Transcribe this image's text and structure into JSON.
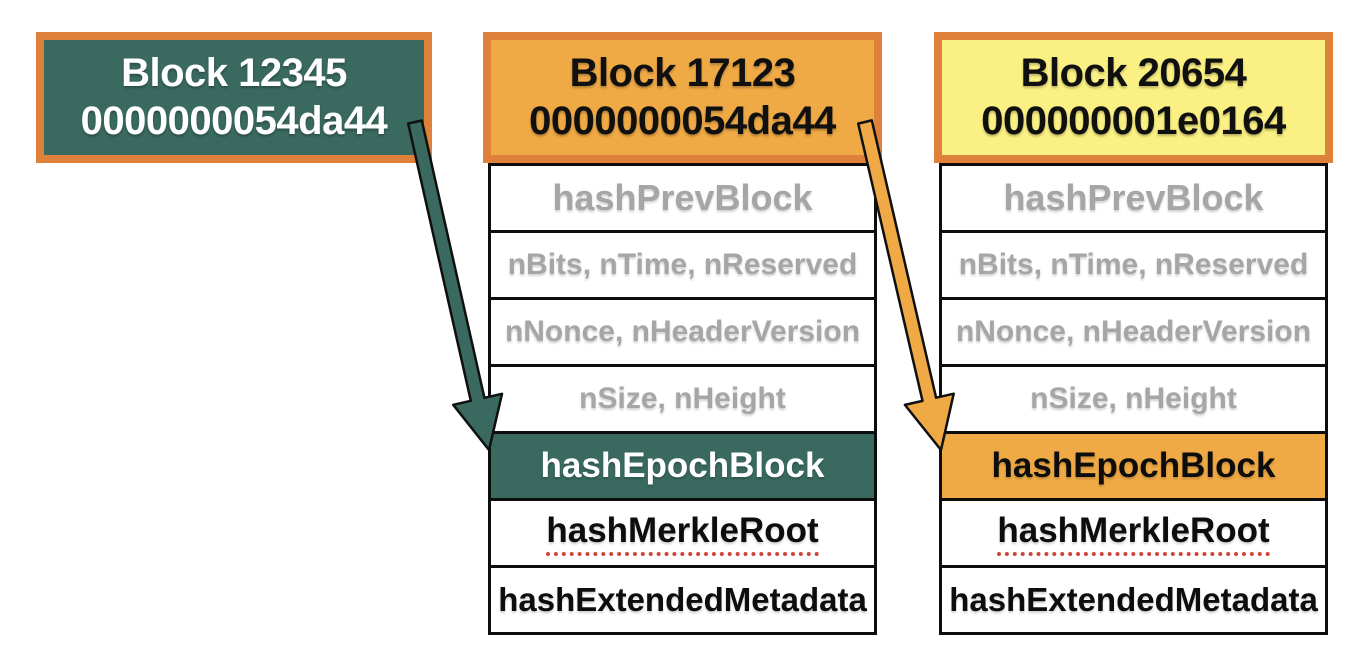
{
  "colors": {
    "teal": "#39695F",
    "orange_fill": "#EFA945",
    "orange_border": "#E0813B",
    "yellow": "#FAF083",
    "gray_label": "#A6A6A6",
    "underline_red": "#D0453A"
  },
  "diagram": {
    "blocks": [
      {
        "label": "Block 12345",
        "hash": "0000000054da44"
      },
      {
        "label": "Block 17123",
        "hash": "0000000054da44",
        "fields": [
          "hashPrevBlock",
          "nBits, nTime, nReserved",
          "nNonce, nHeaderVersion",
          "nSize, nHeight",
          "hashEpochBlock",
          "hashMerkleRoot",
          "hashExtendedMetadata"
        ]
      },
      {
        "label": "Block 20654",
        "hash": "000000001e0164",
        "fields": [
          "hashPrevBlock",
          "nBits, nTime, nReserved",
          "nNonce, nHeaderVersion",
          "nSize, nHeight",
          "hashEpochBlock",
          "hashMerkleRoot",
          "hashExtendedMetadata"
        ]
      }
    ],
    "arrows": [
      {
        "from": "Block 12345",
        "to": "Block 17123 hashEpochBlock"
      },
      {
        "from": "Block 17123",
        "to": "Block 20654 hashEpochBlock"
      }
    ]
  }
}
